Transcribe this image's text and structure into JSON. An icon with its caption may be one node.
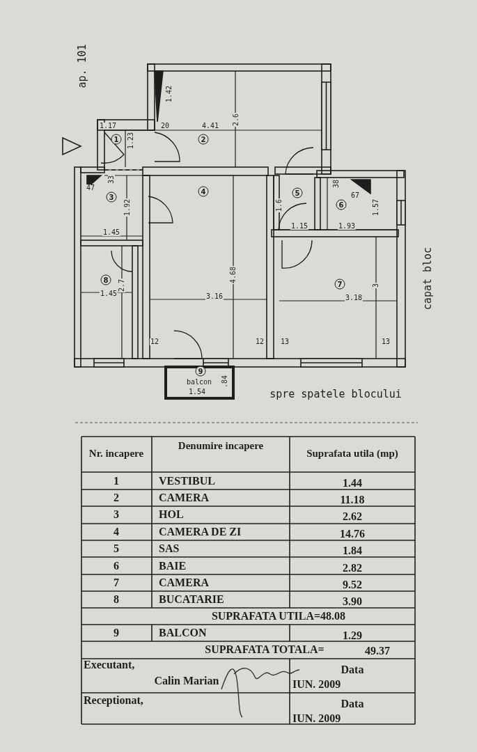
{
  "diagram": {
    "labels": [
      "ap. 101",
      "1.17",
      "1",
      "1.23",
      "1.42",
      "20",
      "4.41",
      "2.6",
      "2",
      "47",
      "33",
      "3",
      "1.92",
      "1.45",
      "4",
      "5",
      "1.6",
      "1.15",
      "38",
      "67",
      "6",
      "1.57",
      "1.93",
      "8",
      "2.7",
      "1.45",
      "3.16",
      "4.68",
      "7",
      "3",
      "3.18",
      "12",
      "12",
      "13",
      "13",
      "9",
      "balcon",
      "1.54",
      ".84",
      "spre spatele blocului",
      "capat bloc",
      "Nr. incapere",
      "Denumire incapere",
      "Suprafata utila (mp)",
      "1",
      "VESTIBUL",
      "1.44",
      "2",
      "CAMERA",
      "11.18",
      "3",
      "HOL",
      "2.62",
      "4",
      "CAMERA DE ZI",
      "14.76",
      "5",
      "SAS",
      "1.84",
      "6",
      "BAIE",
      "2.82",
      "7",
      "CAMERA",
      "9.52",
      "8",
      "BUCATARIE",
      "3.90",
      "SUPRAFATA UTILA=48.08",
      "9",
      "BALCON",
      "1.29",
      "SUPRAFATA TOTALA=",
      "49.37",
      "Executant,",
      "Calin Marian",
      "Data",
      "IUN. 2009",
      "Receptionat,",
      "Data",
      "IUN. 2009"
    ]
  }
}
